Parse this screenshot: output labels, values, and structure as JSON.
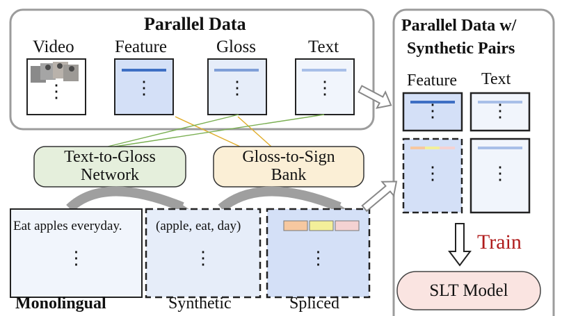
{
  "parallel_data": {
    "title": "Parallel Data",
    "labels": [
      "Video",
      "Feature",
      "Gloss",
      "Text"
    ]
  },
  "synthetic_panel": {
    "title_line1": "Parallel Data w/",
    "title_line2": "Synthetic Pairs",
    "labels": [
      "Feature",
      "Text"
    ]
  },
  "modules": {
    "text_to_gloss_line1": "Text-to-Gloss",
    "text_to_gloss_line2": "Network",
    "gloss_to_sign_line1": "Gloss-to-Sign",
    "gloss_to_sign_line2": "Bank"
  },
  "bottom": {
    "monolingual_text": "Eat apples everyday.",
    "monolingual_label": "Monolingual",
    "synthetic_text": "(apple, eat, day)",
    "synthetic_label": "Synthetic",
    "spliced_label": "Spliced"
  },
  "train_label": "Train",
  "slt_model": "SLT Model",
  "dots": "⋮",
  "colors": {
    "feature_fill": "#d4e0f7",
    "gloss_fill": "#e6edf9",
    "text_fill": "#f1f5fc",
    "feature_bar": "#3e6fc4",
    "gloss_bar": "#7f9fd8",
    "text_bar": "#a8bfe8",
    "t2g_fill": "#e5efdc",
    "g2s_fill": "#fbefd6",
    "slt_fill": "#fae4e1",
    "train_red": "#b01c1c",
    "seg_orange": "#f6c8a0",
    "seg_yellow": "#f3ef9a",
    "seg_pink": "#f4d2d2",
    "line_green": "#7aaf52",
    "line_orange": "#e0ad2a"
  }
}
